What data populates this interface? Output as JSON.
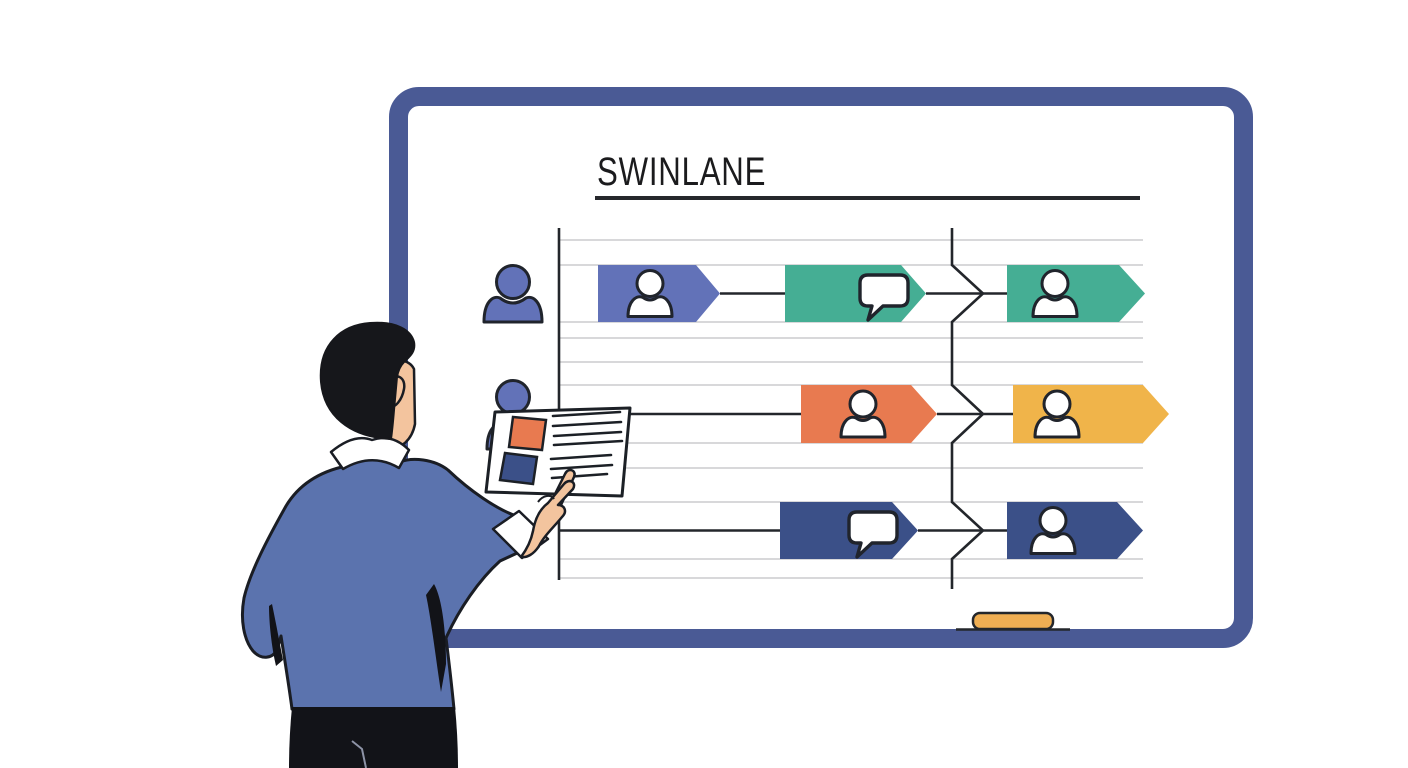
{
  "scene": {
    "title": "SWINLANE",
    "type": "flat-illustration",
    "description": "Presenter standing at a whiteboard that shows a swimlane process diagram"
  },
  "whiteboard": {
    "title": "SWINLANE",
    "marker": {
      "name": "whiteboard-marker",
      "color": "#efae53"
    }
  },
  "diagram": {
    "kind": "swimlane-flowchart",
    "actors": [
      {
        "lane": 1,
        "icon": "person-icon"
      },
      {
        "lane": 2,
        "icon": "person-icon"
      }
    ],
    "lanes": [
      {
        "nodes": [
          {
            "shape": "arrow-task",
            "color_name": "periwinkle",
            "icon": "person-icon"
          },
          {
            "shape": "arrow-task",
            "color_name": "teal",
            "icon": "speech-bubble-icon"
          },
          {
            "shape": "arrow-task",
            "color_name": "teal",
            "icon": "person-icon"
          }
        ]
      },
      {
        "nodes": [
          {
            "shape": "arrow-task",
            "color_name": "orange",
            "icon": "person-icon"
          },
          {
            "shape": "arrow-task",
            "color_name": "yellow",
            "icon": "person-icon"
          }
        ]
      },
      {
        "nodes": [
          {
            "shape": "arrow-task",
            "color_name": "navy",
            "icon": "speech-bubble-icon"
          },
          {
            "shape": "arrow-task",
            "color_name": "navy",
            "icon": "person-icon"
          }
        ]
      }
    ]
  },
  "card": {
    "swatches": [
      "orange",
      "navy"
    ],
    "text_line_groups": [
      4,
      3
    ]
  },
  "colors": {
    "background": "#ffffff",
    "frame": "#4a5a95",
    "title_text": "#1b1b1d",
    "rule_dark": "#26282c",
    "lane_line": "#cbcbcd",
    "connector": "#23262b",
    "periwinkle": "#6272b8",
    "teal": "#45ae94",
    "orange": "#e87a50",
    "yellow": "#f0b44a",
    "navy": "#3b5088",
    "icon_fill": "#ffffff",
    "icon_outline": "#20242c",
    "marker": "#efae53",
    "jacket": "#5b73ae",
    "shirt": "#ffffff",
    "skin": "#f3c49e",
    "hair": "#16171b",
    "pants": "#121318",
    "outline": "#1a1d24"
  }
}
